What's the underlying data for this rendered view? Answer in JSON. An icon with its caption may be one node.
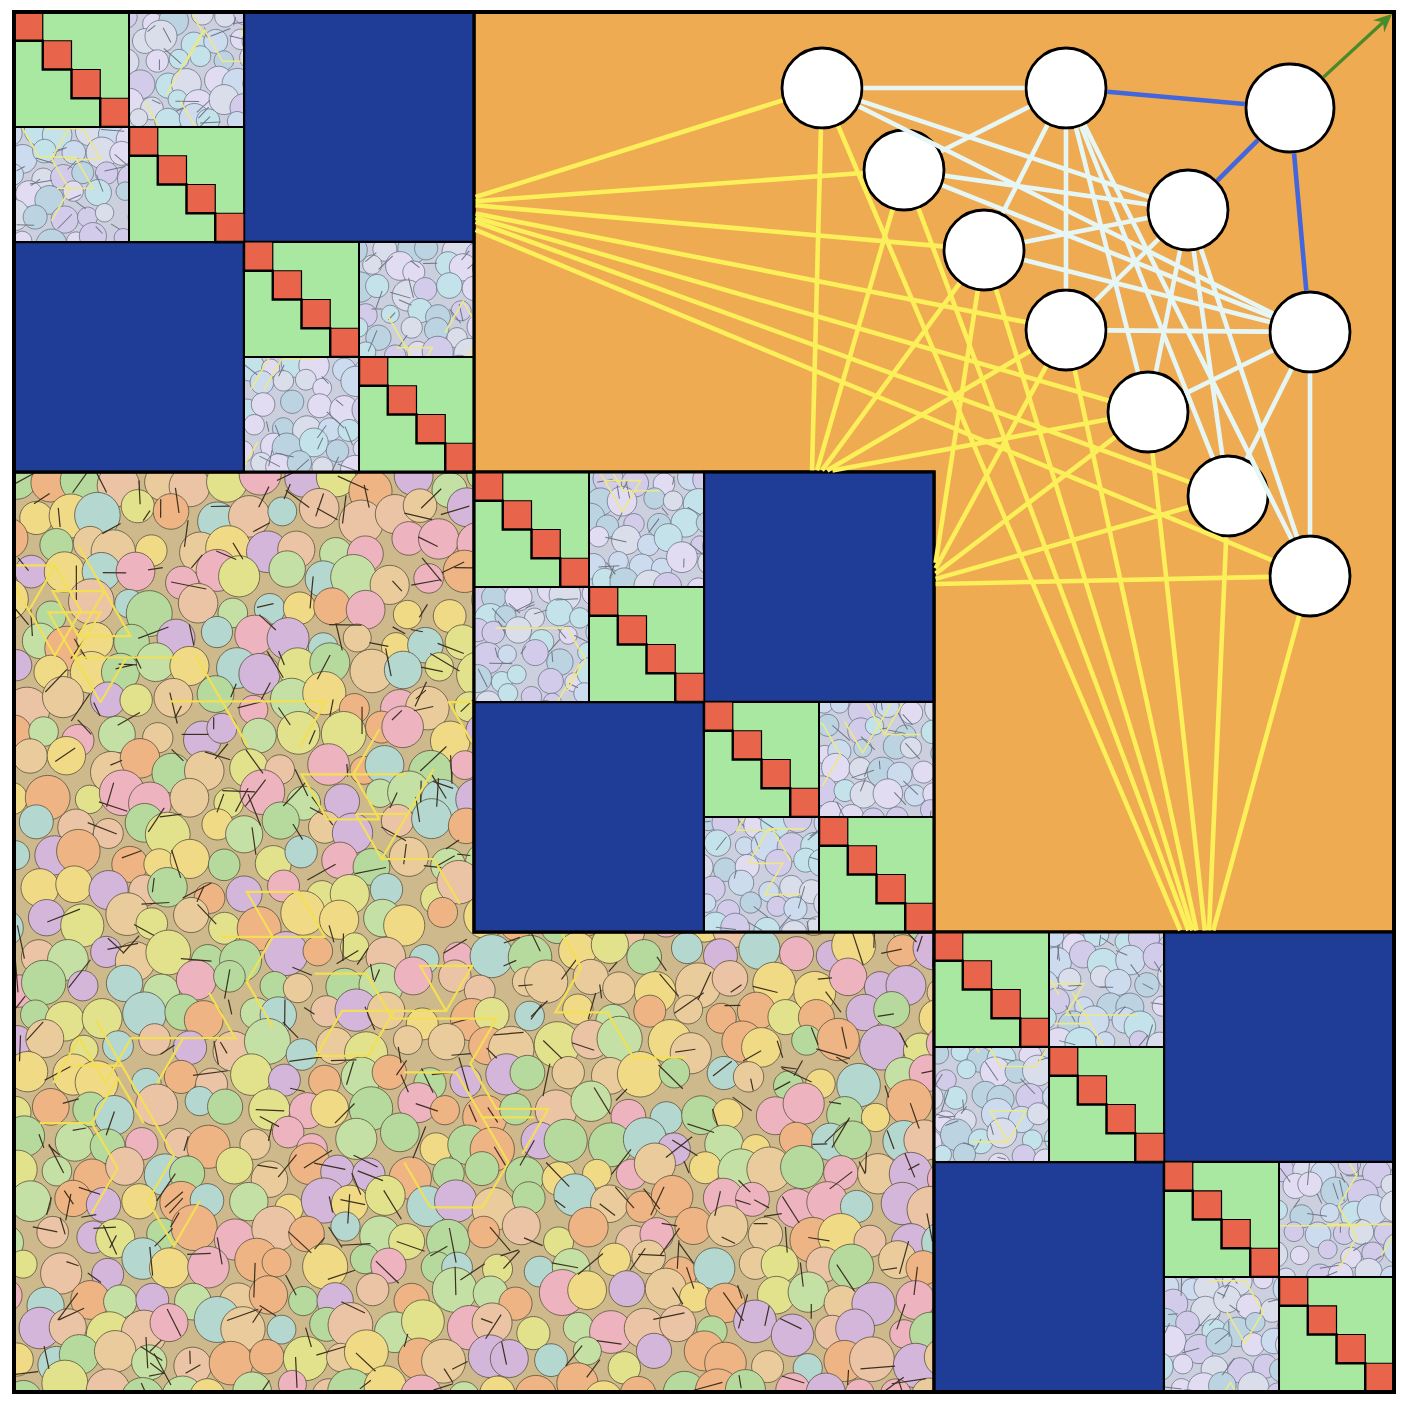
{
  "diagram": {
    "nodes": [
      {
        "text": [],
        "shape": "box"
      },
      {
        "text": [],
        "shape": "box"
      },
      {
        "text": [],
        "shape": "box"
      },
      {
        "text": [],
        "shape": "circle"
      },
      {
        "text": [],
        "shape": "circle"
      },
      {
        "text": [],
        "shape": "circle"
      },
      {
        "text": [],
        "shape": "circle"
      },
      {
        "text": [],
        "shape": "circle"
      },
      {
        "text": [],
        "shape": "circle"
      },
      {
        "text": [],
        "shape": "circle"
      },
      {
        "text": [],
        "shape": "circle"
      },
      {
        "text": [],
        "shape": "circle"
      },
      {
        "text": [],
        "shape": "circle"
      },
      {
        "text": [],
        "shape": "circle"
      }
    ],
    "edges": [
      {
        "from": 0,
        "to": 3,
        "arrow": "none"
      },
      {
        "from": 0,
        "to": 6,
        "arrow": "none"
      },
      {
        "from": 0,
        "to": 8,
        "arrow": "none"
      },
      {
        "from": 0,
        "to": 9,
        "arrow": "none"
      },
      {
        "from": 0,
        "to": 11,
        "arrow": "none"
      },
      {
        "from": 0,
        "to": 12,
        "arrow": "none"
      },
      {
        "from": 0,
        "to": 13,
        "arrow": "none"
      },
      {
        "from": 1,
        "to": 3,
        "arrow": "none"
      },
      {
        "from": 1,
        "to": 6,
        "arrow": "none"
      },
      {
        "from": 1,
        "to": 8,
        "arrow": "none"
      },
      {
        "from": 1,
        "to": 9,
        "arrow": "none"
      },
      {
        "from": 1,
        "to": 11,
        "arrow": "none"
      },
      {
        "from": 1,
        "to": 8,
        "arrow": "none"
      },
      {
        "from": 1,
        "to": 9,
        "arrow": "none"
      },
      {
        "from": 1,
        "to": 11,
        "arrow": "none"
      },
      {
        "from": 1,
        "to": 12,
        "arrow": "none"
      },
      {
        "from": 1,
        "to": 13,
        "arrow": "none"
      },
      {
        "from": 2,
        "to": 3,
        "arrow": "none"
      },
      {
        "from": 2,
        "to": 6,
        "arrow": "none"
      },
      {
        "from": 2,
        "to": 8,
        "arrow": "none"
      },
      {
        "from": 2,
        "to": 9,
        "arrow": "none"
      },
      {
        "from": 2,
        "to": 11,
        "arrow": "none"
      },
      {
        "from": 2,
        "to": 12,
        "arrow": "none"
      },
      {
        "from": 2,
        "to": 13,
        "arrow": "none"
      },
      {
        "from": 3,
        "to": 4,
        "arrow": "none",
        "color": "#e6f6f4"
      },
      {
        "from": 3,
        "to": 7,
        "arrow": "none",
        "color": "#e6f6f4"
      },
      {
        "from": 3,
        "to": 10,
        "arrow": "none",
        "color": "#e6f6f4"
      },
      {
        "from": 6,
        "to": 4,
        "arrow": "none",
        "color": "#e6f6f4"
      },
      {
        "from": 6,
        "to": 7,
        "arrow": "none",
        "color": "#e6f6f4"
      },
      {
        "from": 6,
        "to": 10,
        "arrow": "none",
        "color": "#e6f6f4"
      },
      {
        "from": 8,
        "to": 4,
        "arrow": "none",
        "color": "#e6f6f4"
      },
      {
        "from": 8,
        "to": 7,
        "arrow": "none",
        "color": "#e6f6f4"
      },
      {
        "from": 8,
        "to": 10,
        "arrow": "none",
        "color": "#e6f6f4"
      },
      {
        "from": 9,
        "to": 4,
        "arrow": "none",
        "color": "#e6f6f4"
      },
      {
        "from": 9,
        "to": 7,
        "arrow": "none",
        "color": "#e6f6f4"
      },
      {
        "from": 9,
        "to": 10,
        "arrow": "none",
        "color": "#e6f6f4"
      },
      {
        "from": 11,
        "to": 4,
        "arrow": "none",
        "color": "#e6f6f4"
      },
      {
        "from": 11,
        "to": 7,
        "arrow": "none",
        "color": "#e6f6f4"
      },
      {
        "from": 11,
        "to": 10,
        "arrow": "none",
        "color": "#e6f6f4"
      },
      {
        "from": 12,
        "to": 4,
        "arrow": "none",
        "color": "#e6f6f4"
      },
      {
        "from": 12,
        "to": 7,
        "arrow": "none",
        "color": "#e6f6f4"
      },
      {
        "from": 12,
        "to": 10,
        "arrow": "none",
        "color": "#e6f6f4"
      },
      {
        "from": 13,
        "to": 4,
        "arrow": "none",
        "color": "#e6f6f4"
      },
      {
        "from": 13,
        "to": 7,
        "arrow": "none",
        "color": "#e6f6f4"
      },
      {
        "from": 13,
        "to": 10,
        "arrow": "none",
        "color": "#e6f6f4"
      },
      {
        "from": 4,
        "to": 5,
        "arrow": "none",
        "color": "#4466dd"
      },
      {
        "from": 5,
        "to": 7,
        "arrow": "none",
        "color": "#4466dd"
      },
      {
        "from": 5,
        "to": 10,
        "arrow": "none",
        "color": "#4466dd"
      },
      {
        "from": 5,
        "to": null,
        "arrow": "to",
        "color": "#4a8a2a"
      }
    ]
  }
}
